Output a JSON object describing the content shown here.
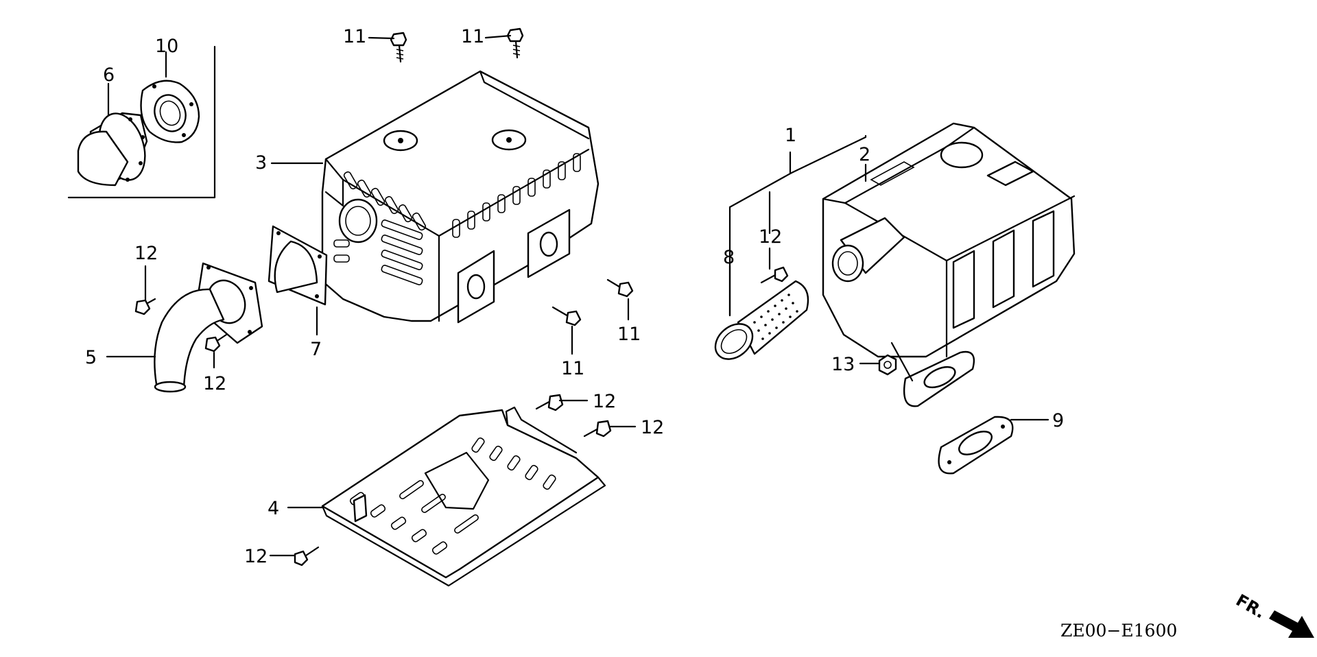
{
  "callouts": {
    "c1": "1",
    "c2": "2",
    "c3": "3",
    "c4": "4",
    "c5": "5",
    "c6": "6",
    "c7": "7",
    "c8": "8",
    "c9": "9",
    "c10": "10",
    "c11a": "11",
    "c11b": "11",
    "c11c": "11",
    "c11d": "11",
    "c12a": "12",
    "c12b": "12",
    "c12c": "12",
    "c12d": "12",
    "c12e": "12",
    "c12f": "12",
    "c13": "13"
  },
  "diagram_code": "ZE00−E1600",
  "front_indicator": "FR."
}
